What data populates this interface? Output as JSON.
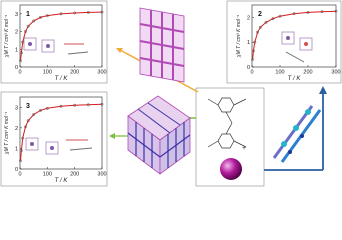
{
  "colors": {
    "curve": "#d81b1b",
    "points": "#4d4d4d",
    "framework_lines": "#b04ab5",
    "framework_nodes": "#3b33a8",
    "sphere": "#b01a9a",
    "arrow_green": "#7bbf3a",
    "arrow_blue": "#2c5ea0",
    "arrow_orange": "#f2a93b"
  },
  "labels": {
    "ylabel": "χM T / cm³ K mol⁻¹",
    "xlabel": "T / K",
    "plus": "+"
  },
  "chart_data": [
    {
      "type": "line",
      "title": "1",
      "xlabel": "T / K",
      "ylabel": "χM T / cm³ K mol⁻¹",
      "xlim": [
        0,
        300
      ],
      "xticks": [
        0,
        100,
        200,
        300
      ],
      "ylim": [
        0,
        3.5
      ],
      "yticks": [
        0,
        1,
        2,
        3
      ],
      "series": [
        {
          "x": [
            2,
            5,
            10,
            20,
            30,
            50,
            75,
            100,
            150,
            200,
            250,
            300
          ],
          "values": [
            0.35,
            0.8,
            1.4,
            2.0,
            2.3,
            2.6,
            2.8,
            2.9,
            3.0,
            3.05,
            3.08,
            3.1
          ]
        }
      ]
    },
    {
      "type": "line",
      "title": "2",
      "xlabel": "T / K",
      "ylabel": "χM T / cm³ K mol⁻¹",
      "xlim": [
        0,
        300
      ],
      "xticks": [
        0,
        100,
        200,
        300
      ],
      "ylim": [
        0,
        2.5
      ],
      "yticks": [
        0,
        1,
        2
      ],
      "series": [
        {
          "x": [
            2,
            5,
            10,
            20,
            30,
            50,
            75,
            100,
            150,
            200,
            250,
            300
          ],
          "values": [
            0.3,
            0.65,
            1.0,
            1.4,
            1.6,
            1.8,
            1.95,
            2.05,
            2.15,
            2.2,
            2.23,
            2.25
          ]
        }
      ]
    },
    {
      "type": "line",
      "title": "3",
      "xlabel": "T / K",
      "ylabel": "χM T / cm³ K mol⁻¹",
      "xlim": [
        0,
        300
      ],
      "xticks": [
        0,
        100,
        200,
        300
      ],
      "ylim": [
        0,
        3.5
      ],
      "yticks": [
        0,
        1,
        2,
        3
      ],
      "series": [
        {
          "x": [
            2,
            5,
            10,
            20,
            30,
            50,
            75,
            100,
            150,
            200,
            250,
            300
          ],
          "values": [
            0.4,
            0.9,
            1.5,
            2.05,
            2.35,
            2.65,
            2.85,
            2.95,
            3.05,
            3.1,
            3.12,
            3.15
          ]
        }
      ]
    }
  ]
}
